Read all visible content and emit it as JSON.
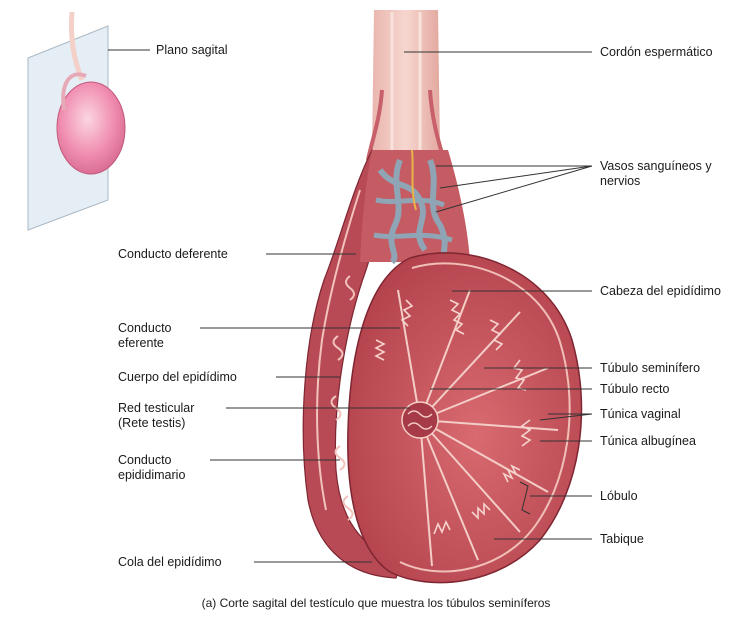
{
  "inset": {
    "plane_label": "Plano sagital"
  },
  "labels_left": {
    "conducto_deferente": "Conducto deferente",
    "conducto_eferente": "Conducto eferente",
    "cuerpo_epididimo": "Cuerpo del epidídimo",
    "red_testicular": "Red testicular (Rete testis)",
    "conducto_epididimario": "Conducto epididimario",
    "cola_epididimo": "Cola del epidídimo"
  },
  "labels_right": {
    "cordon": "Cordón espermático",
    "vasos": "Vasos sanguíneos y nervios",
    "cabeza": "Cabeza del epidídimo",
    "tubulo_seminifero": "Túbulo seminífero",
    "tubulo_recto": "Túbulo recto",
    "tunica_vaginal": "Túnica vaginal",
    "tunica_albuginea": "Túnica albugínea",
    "lobulo": "Lóbulo",
    "tabique": "Tabique"
  },
  "caption": "(a) Corte sagital del testículo que muestra los túbulos seminíferos",
  "colors": {
    "tissue": "#c8525c",
    "tissue_dark": "#8e2e3a",
    "tubule": "#f3c9c2",
    "cord": "#e8b8b0",
    "vessel_blue": "#8fa4b4",
    "testis_pink": "#ee8fb0"
  }
}
